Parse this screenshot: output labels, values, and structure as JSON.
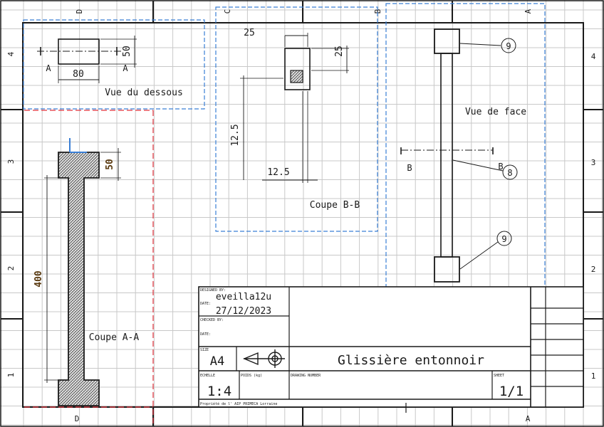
{
  "zones": {
    "top": [
      "D",
      "C",
      "B",
      "A"
    ],
    "bottom": [
      "D",
      "A"
    ],
    "left": [
      "4",
      "3",
      "2",
      "1"
    ],
    "right": [
      "4",
      "3",
      "2",
      "1"
    ]
  },
  "views": {
    "dessous": {
      "label": "Vue du dessous",
      "dim_width": "80",
      "dim_height": "50",
      "section_left": "A",
      "section_right": "A"
    },
    "coupe_bb": {
      "label": "Coupe B-B",
      "dim_top": "25",
      "dim_right": "25",
      "dim_vertical": "12.5",
      "dim_horizontal": "12.5"
    },
    "face": {
      "label": "Vue de face",
      "section_left": "B",
      "section_right": "B",
      "balloon_top": "9",
      "balloon_mid": "8",
      "balloon_bottom": "9"
    },
    "coupe_aa": {
      "label": "Coupe A-A",
      "dim_height": "400",
      "dim_flange": "50"
    }
  },
  "title_block": {
    "designed_by_label": "DESIGNED BY:",
    "designed_by": "eveilla12u",
    "date_label": "DATE:",
    "date": "27/12/2023",
    "checked_by_label": "CHECKED BY:",
    "date2_label": "DATE:",
    "size_label": "SIZE",
    "size": "A4",
    "title": "Glissière entonnoir",
    "scale_label": "ECHELLE",
    "scale": "1:4",
    "weight_label": "POIDS (kg)",
    "drawing_number_label": "DRAWING NUMBER",
    "sheet_label": "SHEET",
    "sheet": "1/1",
    "property": "Propriété de l' AIP PRIMECA Lorraine"
  },
  "colors": {
    "line": "#1a1a1a",
    "grid": "#c8c8c8",
    "view_frame": "#3a7fd5",
    "cut_plane": "#e0303a",
    "dim_text": "#5a3a10"
  }
}
